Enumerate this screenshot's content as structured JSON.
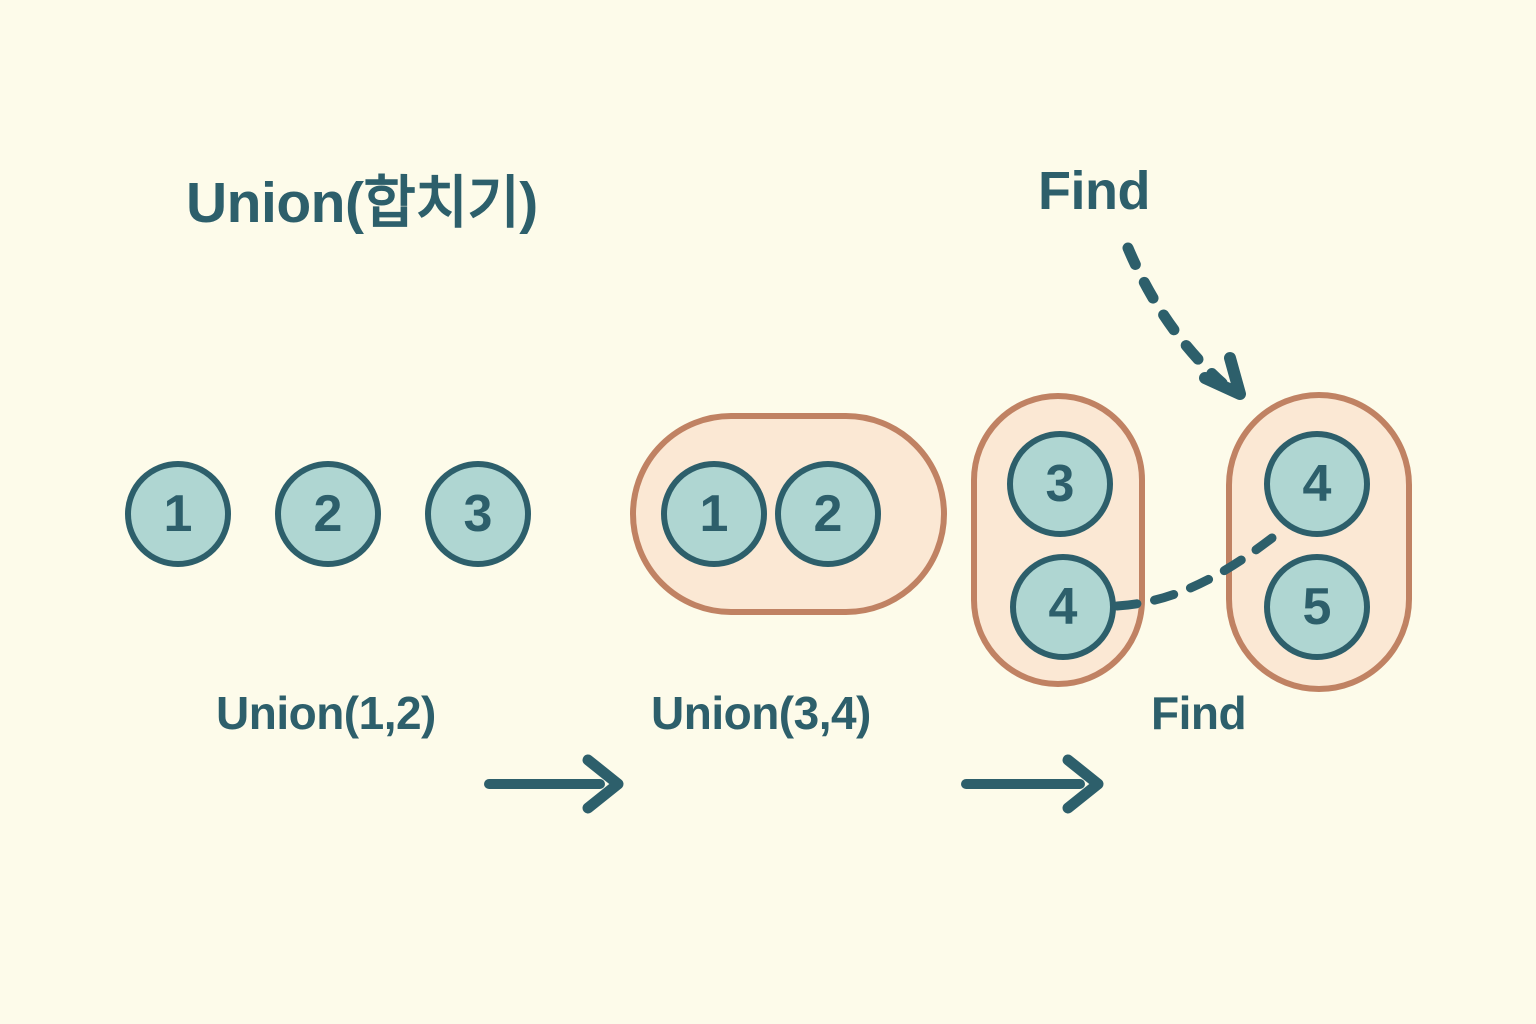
{
  "figure": {
    "title": "Union(합치기)",
    "background_color": "#FDFBEA",
    "node_fill": "#AFD6D2",
    "node_stroke": "#2D5F6B",
    "group_fill": "#FBE8D4",
    "group_stroke": "#C08263",
    "text_color": "#2D5F6B"
  },
  "labels": {
    "title": "Union(합치기)",
    "find_top": "Find",
    "union_1_2": "Union(1,2)",
    "union_3_4": "Union(3,4)",
    "find_bottom": "Find"
  },
  "stages": [
    {
      "name": "initial-disjoint-nodes",
      "caption": "Union(1,2)",
      "groups": [
        {
          "shape": "none",
          "nodes": [
            "1"
          ]
        },
        {
          "shape": "none",
          "nodes": [
            "2"
          ]
        },
        {
          "shape": "none",
          "nodes": [
            "3"
          ]
        }
      ]
    },
    {
      "name": "after-union-1-2",
      "caption": "Union(3,4)",
      "groups": [
        {
          "shape": "capsule-horizontal",
          "nodes": [
            "1",
            "2"
          ]
        }
      ]
    },
    {
      "name": "after-union-3-4",
      "caption": "Find",
      "groups": [
        {
          "shape": "capsule-vertical",
          "nodes": [
            "3",
            "4"
          ]
        },
        {
          "shape": "capsule-vertical",
          "nodes": [
            "4",
            "5"
          ]
        }
      ],
      "connector": {
        "style": "dashed",
        "from_node": "4",
        "to_node": "4"
      }
    }
  ],
  "nodes": {
    "n1a": "1",
    "n2a": "2",
    "n3a": "3",
    "n1b": "1",
    "n2b": "2",
    "n3c": "3",
    "n4c": "4",
    "n4d": "4",
    "n5d": "5"
  },
  "arrows": [
    {
      "name": "transition-arrow-1",
      "style": "solid",
      "direction": "right"
    },
    {
      "name": "transition-arrow-2",
      "style": "solid",
      "direction": "right"
    },
    {
      "name": "find-pointer-arrow",
      "style": "dashed",
      "direction": "down-right"
    },
    {
      "name": "find-link-connector",
      "style": "dashed",
      "direction": "right-up"
    }
  ]
}
